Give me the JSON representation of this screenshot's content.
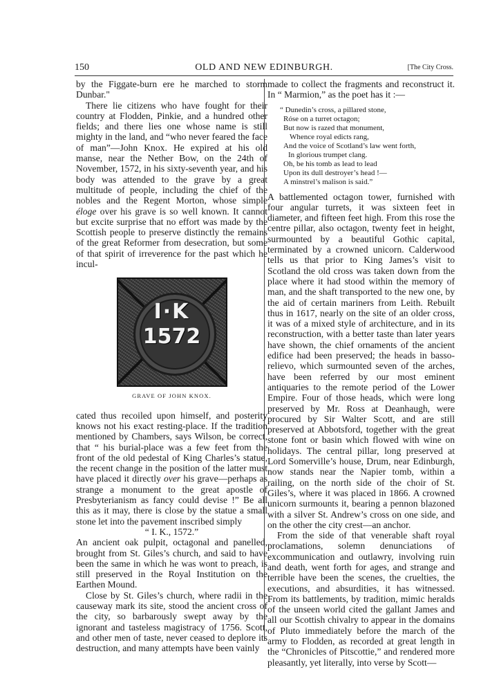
{
  "header": {
    "page_number": "150",
    "title": "OLD AND NEW EDINBURGH.",
    "section": "[The City Cross."
  },
  "left_column": {
    "paragraphs": [
      "by the Figgate-burn ere he marched to storm Dunbar.\"",
      "There lie citizens who have fought for their country at Flodden, Pinkie, and a hundred other fields; and there lies one whose name is still mighty in the land, and “who never feared the face of man”—John Knox.  He expired at his old manse, near the Nether Bow, on the 24th of November, 1572, in his sixty-seventh year, and his body was attended to the grave by a great multitude of people, including the chief of the nobles and the Regent Morton, whose simple "
    ],
    "eloge_word": "éloge",
    "para2_tail": " over his grave is so well known.  It cannot but excite surprise that no effort was made by the Scottish people to preserve distinctly the remains of the great Reformer from desecration, but some of that spirit of irreverence for the past which he incul-",
    "figure": {
      "inscription_line1": "I·K",
      "inscription_line2": "1572",
      "caption": "GRAVE OF JOHN KNOX."
    },
    "para3_head": "cated thus recoiled upon himself, and posterity knows not his exact resting-place.  If the tradition mentioned by Chambers, says Wilson, be correct, that “ his burial-place was a few feet from the front of the old pedestal of King Charles’s statue, the recent change in the position of the latter must have placed it directly ",
    "over_word": "over",
    "para3_tail": " his grave—perhaps as strange a monument to the great apostle of Presbyterianism as fancy could devise !”  Be all this as it may, there is close by the statue a small stone let into the pavement inscribed simply",
    "inscription_quote": "“ I. K., 1572.”",
    "para4": "An ancient oak pulpit, octagonal and panelled, brought from St. Giles’s church, and said to have been the same in which he was wont to preach, is still preserved in the Royal Institution on the Earthen Mound.",
    "para5": "Close by St. Giles’s church, where radii in the causeway mark its site, stood the ancient cross of the city, so barbarously swept away by the ignorant and tasteless magistracy of 1756.  Scott, and other men of taste, never ceased to deplore its destruction, and many attempts have been vainly"
  },
  "right_column": {
    "para1": "made to collect the fragments and reconstruct it. In “ Marmion,” as the poet has it :—",
    "poem": [
      "“ Dunedin’s cross, a pillared stone,",
      "Róse on a turret octagon;",
      "But now is razed that monument,",
      "Whence royal edicts rang,",
      "And the voice of Scotland’s law went forth,",
      "In glorious trumpet clang.",
      "Oh, be his tomb as lead to lead",
      "Upon its dull destroyer’s head !—",
      "A minstrel’s malison is said.”"
    ],
    "para2": "A battlemented octagon tower, furnished with four angular turrets, it was sixteen feet in diameter, and fifteen feet high.  From this rose the centre pillar, also octagon, twenty feet in height, surmounted by a beautiful Gothic capital, terminated by a crowned unicorn.  Calderwood tells us that prior to King James’s visit to Scotland the old cross was taken down from the place where it had stood within the memory of man, and the shaft transported to the new one, by the aid of certain mariners from Leith.  Rebuilt thus in 1617, nearly on the site of an older cross, it was of a mixed style of architecture, and in its reconstruction, with a better taste than later years have shown, the chief ornaments of the ancient edifice had been preserved; the heads in basso-relievo, which surmounted seven of the arches, have been referred by our most eminent antiquaries to the remote period of the Lower Empire.  Four of those heads, which were long preserved by Mr. Ross at Deanhaugh, were procured by Sir Walter Scott, and are still preserved at Abbotsford, together with the great stone font or basin which flowed with wine on holidays.  The central pillar, long preserved at Lord Somerville’s house, Drum, near Edinburgh, now stands near the Napier tomb, within a railing, on the north side of the choir of St. Giles’s, where it was placed in 1866.  A crowned unicorn surmounts it, bearing a pennon blazoned with a silver St. Andrew’s cross on one side, and on the other the city crest—an anchor.",
    "para3": "From the side of that venerable shaft royal proclamations, solemn denunciations of excommunication and outlawry, involving ruin and death, went forth for ages, and strange and terrible have been the scenes, the cruelties, the executions, and absurdities, it has witnessed.  From its battlements, by tradition, mimic heralds of the unseen world cited the gallant James and all our Scottish chivalry to appear in the domains of Pluto immediately before the march of the army to Flodden, as recorded at great length in the “Chronicles of Pitscottie,” and rendered more pleasantly, yet literally, into verse by Scott—"
  }
}
